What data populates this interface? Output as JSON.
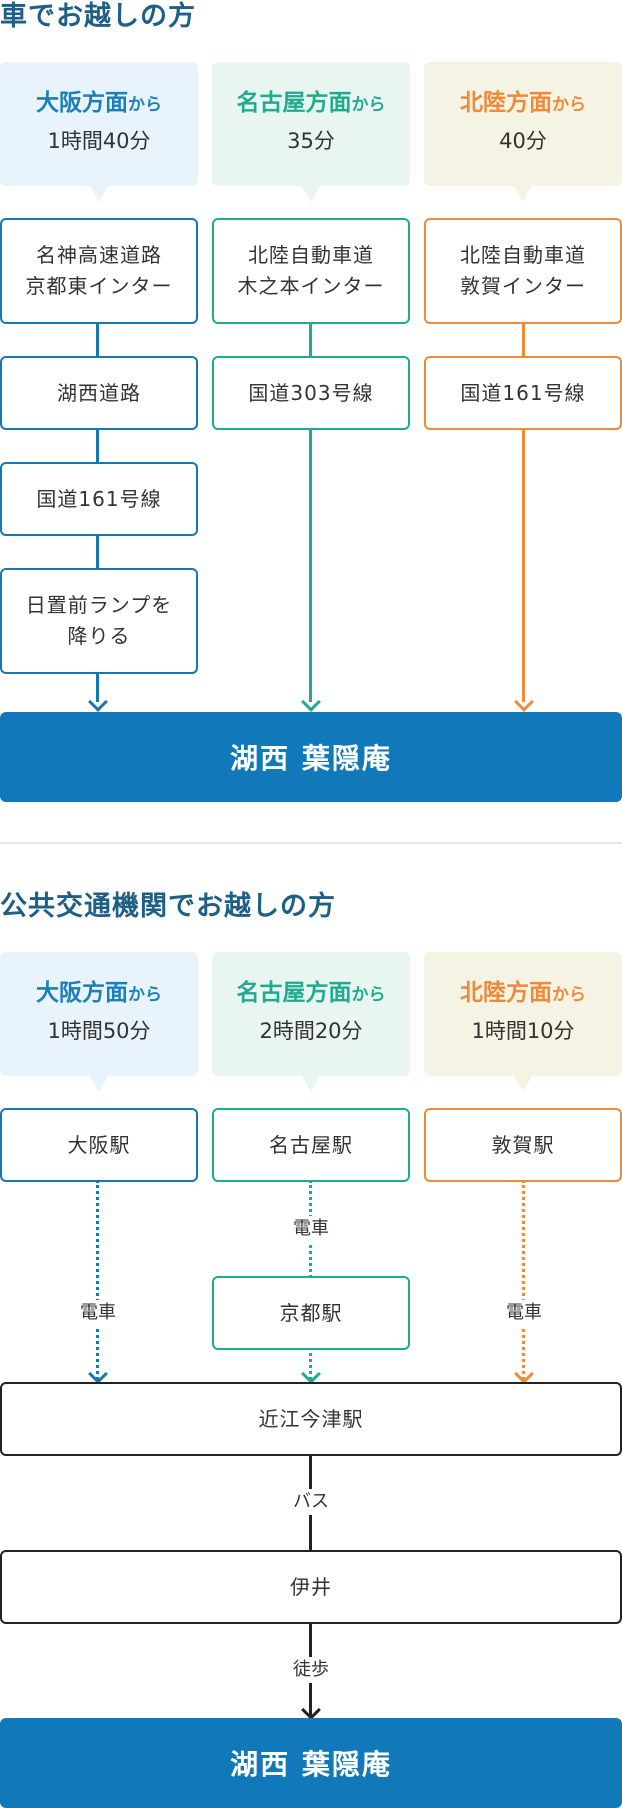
{
  "car": {
    "title": "車でお越しの方",
    "origins": [
      {
        "region": "大阪方面",
        "suffix": "から",
        "time": "1時間40分"
      },
      {
        "region": "名古屋方面",
        "suffix": "から",
        "time": "35分"
      },
      {
        "region": "北陸方面",
        "suffix": "から",
        "time": "40分"
      }
    ],
    "routes": {
      "osaka": [
        "名神高速道路\n京都東インター",
        "湖西道路",
        "国道161号線",
        "日置前ランプを\n降りる"
      ],
      "nagoya": [
        "北陸自動車道\n木之本インター",
        "国道303号線"
      ],
      "hokuriku": [
        "北陸自動車道\n敦賀インター",
        "国道161号線"
      ]
    },
    "destination": "湖西 葉隠庵"
  },
  "transit": {
    "title": "公共交通機関でお越しの方",
    "origins": [
      {
        "region": "大阪方面",
        "suffix": "から",
        "time": "1時間50分"
      },
      {
        "region": "名古屋方面",
        "suffix": "から",
        "time": "2時間20分"
      },
      {
        "region": "北陸方面",
        "suffix": "から",
        "time": "1時間10分"
      }
    ],
    "stations": {
      "osaka": "大阪駅",
      "nagoya": "名古屋駅",
      "hokuriku": "敦賀駅",
      "kyoto": "京都駅",
      "omi_imazu": "近江今津駅",
      "ii": "伊井"
    },
    "modes": {
      "train": "電車",
      "bus": "バス",
      "walk": "徒歩"
    },
    "destination": "湖西 葉隠庵"
  },
  "colors": {
    "osaka": "#1b7fb8",
    "nagoya": "#21ab8e",
    "hokuriku": "#ef8a38",
    "destination_bg": "#1179b9",
    "title": "#1e5f86"
  }
}
